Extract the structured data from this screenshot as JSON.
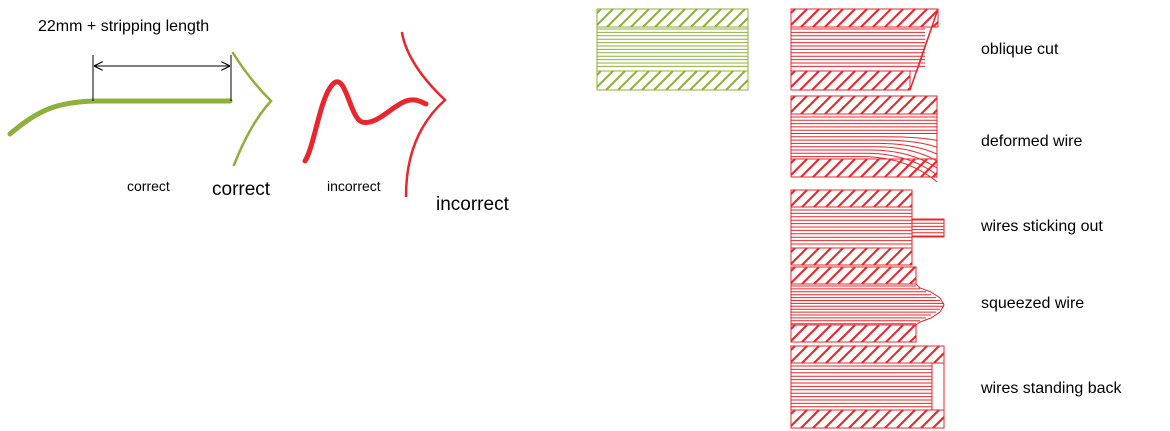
{
  "colors": {
    "correct": "#8db03a",
    "incorrect": "#e8262b",
    "red_fill_line": "#e33c3c"
  },
  "labels": {
    "dimension": "22mm + stripping length",
    "correct_small": "correct",
    "correct_large": "correct",
    "incorrect_small": "incorrect",
    "incorrect_large": "incorrect"
  },
  "defects": [
    {
      "label": "oblique cut"
    },
    {
      "label": "deformed wire"
    },
    {
      "label": "wires sticking out"
    },
    {
      "label": "squeezed wire"
    },
    {
      "label": "wires standing back"
    }
  ]
}
